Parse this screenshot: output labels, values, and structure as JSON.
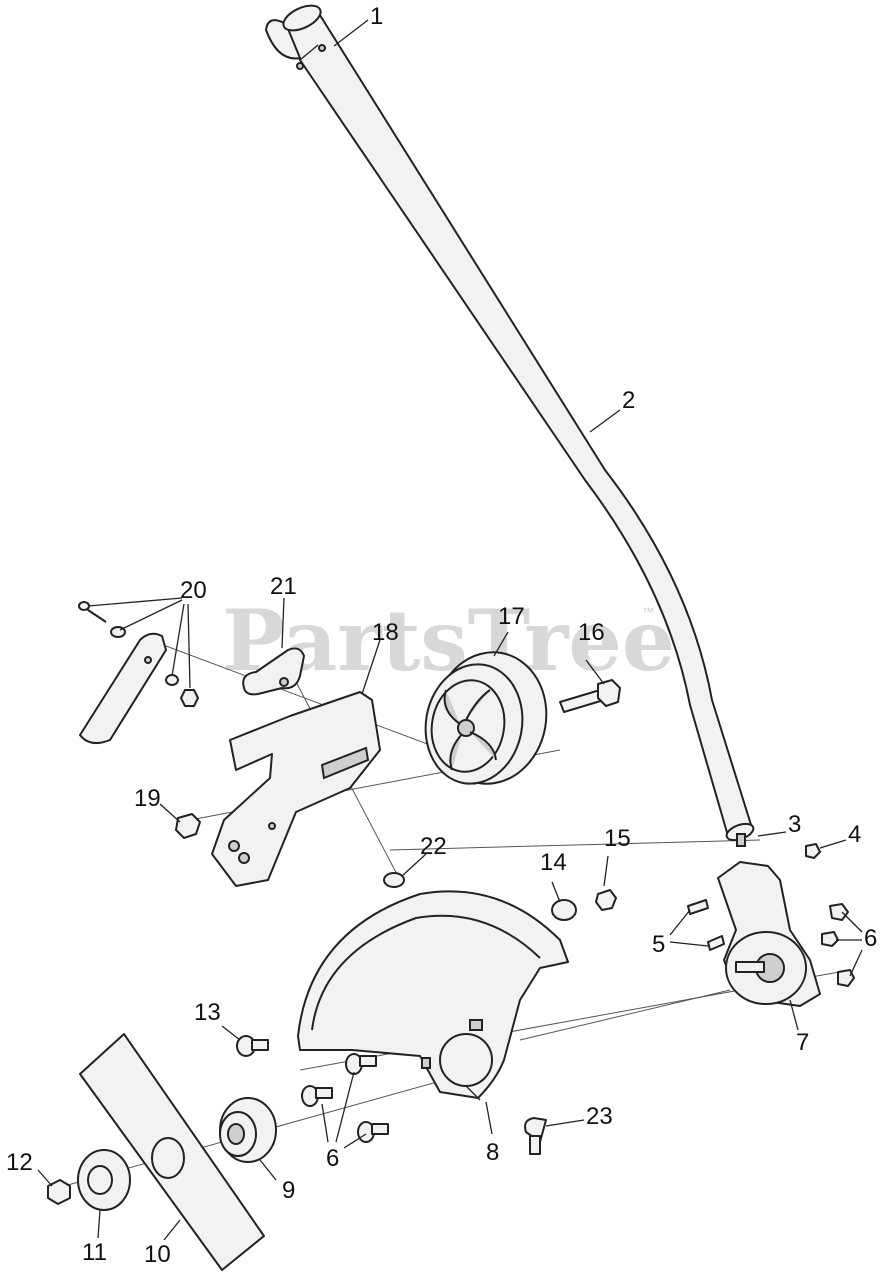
{
  "watermark": {
    "text": "PartsTree",
    "trademark": "™"
  },
  "callouts": [
    {
      "id": "callout-1",
      "label": "1"
    },
    {
      "id": "callout-2",
      "label": "2"
    },
    {
      "id": "callout-3",
      "label": "3"
    },
    {
      "id": "callout-4",
      "label": "4"
    },
    {
      "id": "callout-5",
      "label": "5"
    },
    {
      "id": "callout-6a",
      "label": "6"
    },
    {
      "id": "callout-6b",
      "label": "6"
    },
    {
      "id": "callout-7",
      "label": "7"
    },
    {
      "id": "callout-8",
      "label": "8"
    },
    {
      "id": "callout-9",
      "label": "9"
    },
    {
      "id": "callout-10",
      "label": "10"
    },
    {
      "id": "callout-11",
      "label": "11"
    },
    {
      "id": "callout-12",
      "label": "12"
    },
    {
      "id": "callout-13",
      "label": "13"
    },
    {
      "id": "callout-14",
      "label": "14"
    },
    {
      "id": "callout-15",
      "label": "15"
    },
    {
      "id": "callout-16",
      "label": "16"
    },
    {
      "id": "callout-17",
      "label": "17"
    },
    {
      "id": "callout-18",
      "label": "18"
    },
    {
      "id": "callout-19",
      "label": "19"
    },
    {
      "id": "callout-20",
      "label": "20"
    },
    {
      "id": "callout-21",
      "label": "21"
    },
    {
      "id": "callout-22",
      "label": "22"
    },
    {
      "id": "callout-23",
      "label": "23"
    }
  ]
}
